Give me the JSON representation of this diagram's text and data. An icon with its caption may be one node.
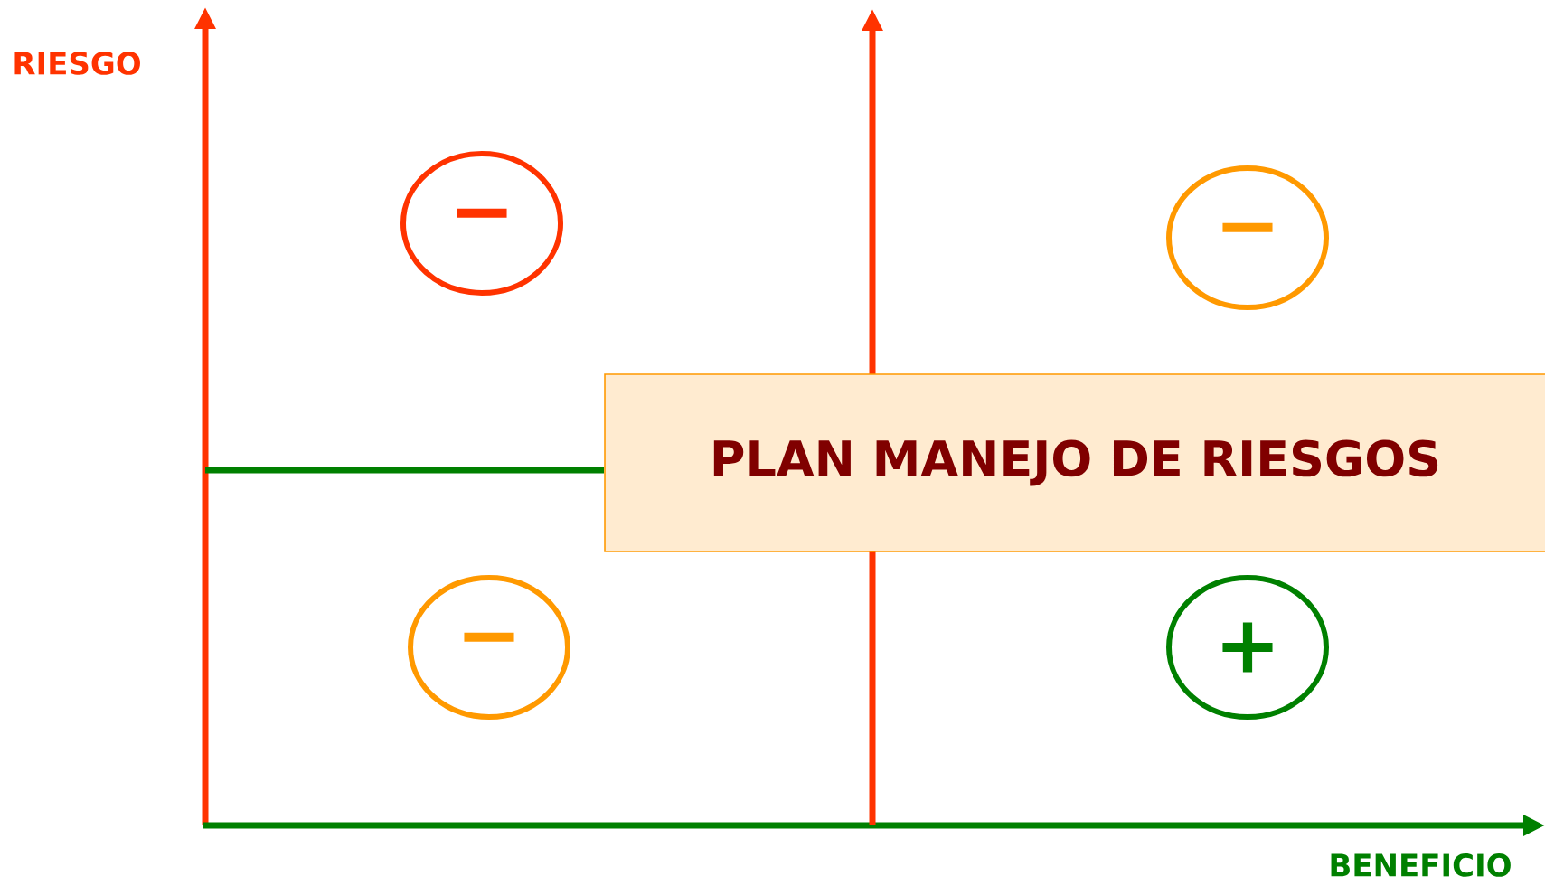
{
  "diagram": {
    "nodes": [
      {
        "text": [
          "−"
        ]
      },
      {
        "text": [
          "−"
        ]
      },
      {
        "text": [
          "PLAN MANEJO DE RIESGOS"
        ]
      },
      {
        "text": [
          "−"
        ]
      },
      {
        "text": [
          "+"
        ]
      }
    ],
    "labels": [
      "RIESGO",
      "BENEFICIO"
    ]
  }
}
